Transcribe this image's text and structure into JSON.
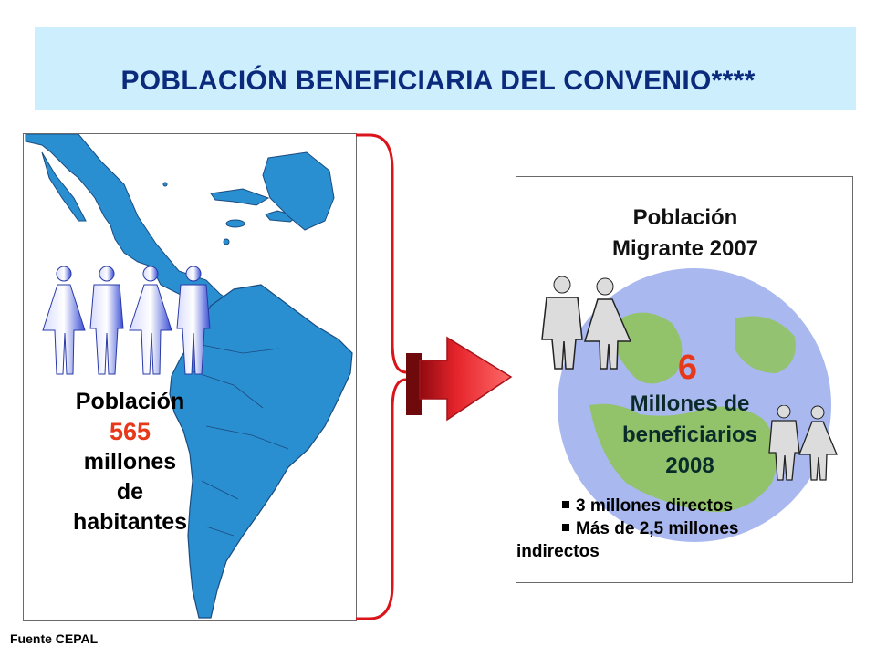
{
  "title": "POBLACIÓN BENEFICIARIA DEL CONVENIO****",
  "left": {
    "line1": "Población",
    "number": "565",
    "line3": "millones",
    "line4": "de",
    "line5": "habitantes"
  },
  "right": {
    "title_line1": "Población",
    "title_line2": "Migrante  2007",
    "number": "6",
    "mill_line1": "Millones de",
    "mill_line2": "beneficiarios",
    "mill_line3": "2008",
    "bullets": [
      "3 millones directos",
      "Más de 2,5 millones",
      "indirectos"
    ]
  },
  "footer": "Fuente CEPAL",
  "colors": {
    "title_bg": "#cdeffd",
    "title_text": "#0b2a7c",
    "land": "#2a8fd0",
    "highlight_number": "#e8381a",
    "bracket": "#d9151b",
    "arrow": "#e5242b",
    "globe_water": "#a9b8ee",
    "globe_land": "#8fc35a"
  },
  "icons": [
    "male-figure-icon",
    "female-figure-icon",
    "arrow-right-icon",
    "globe-icon",
    "map-icon"
  ]
}
